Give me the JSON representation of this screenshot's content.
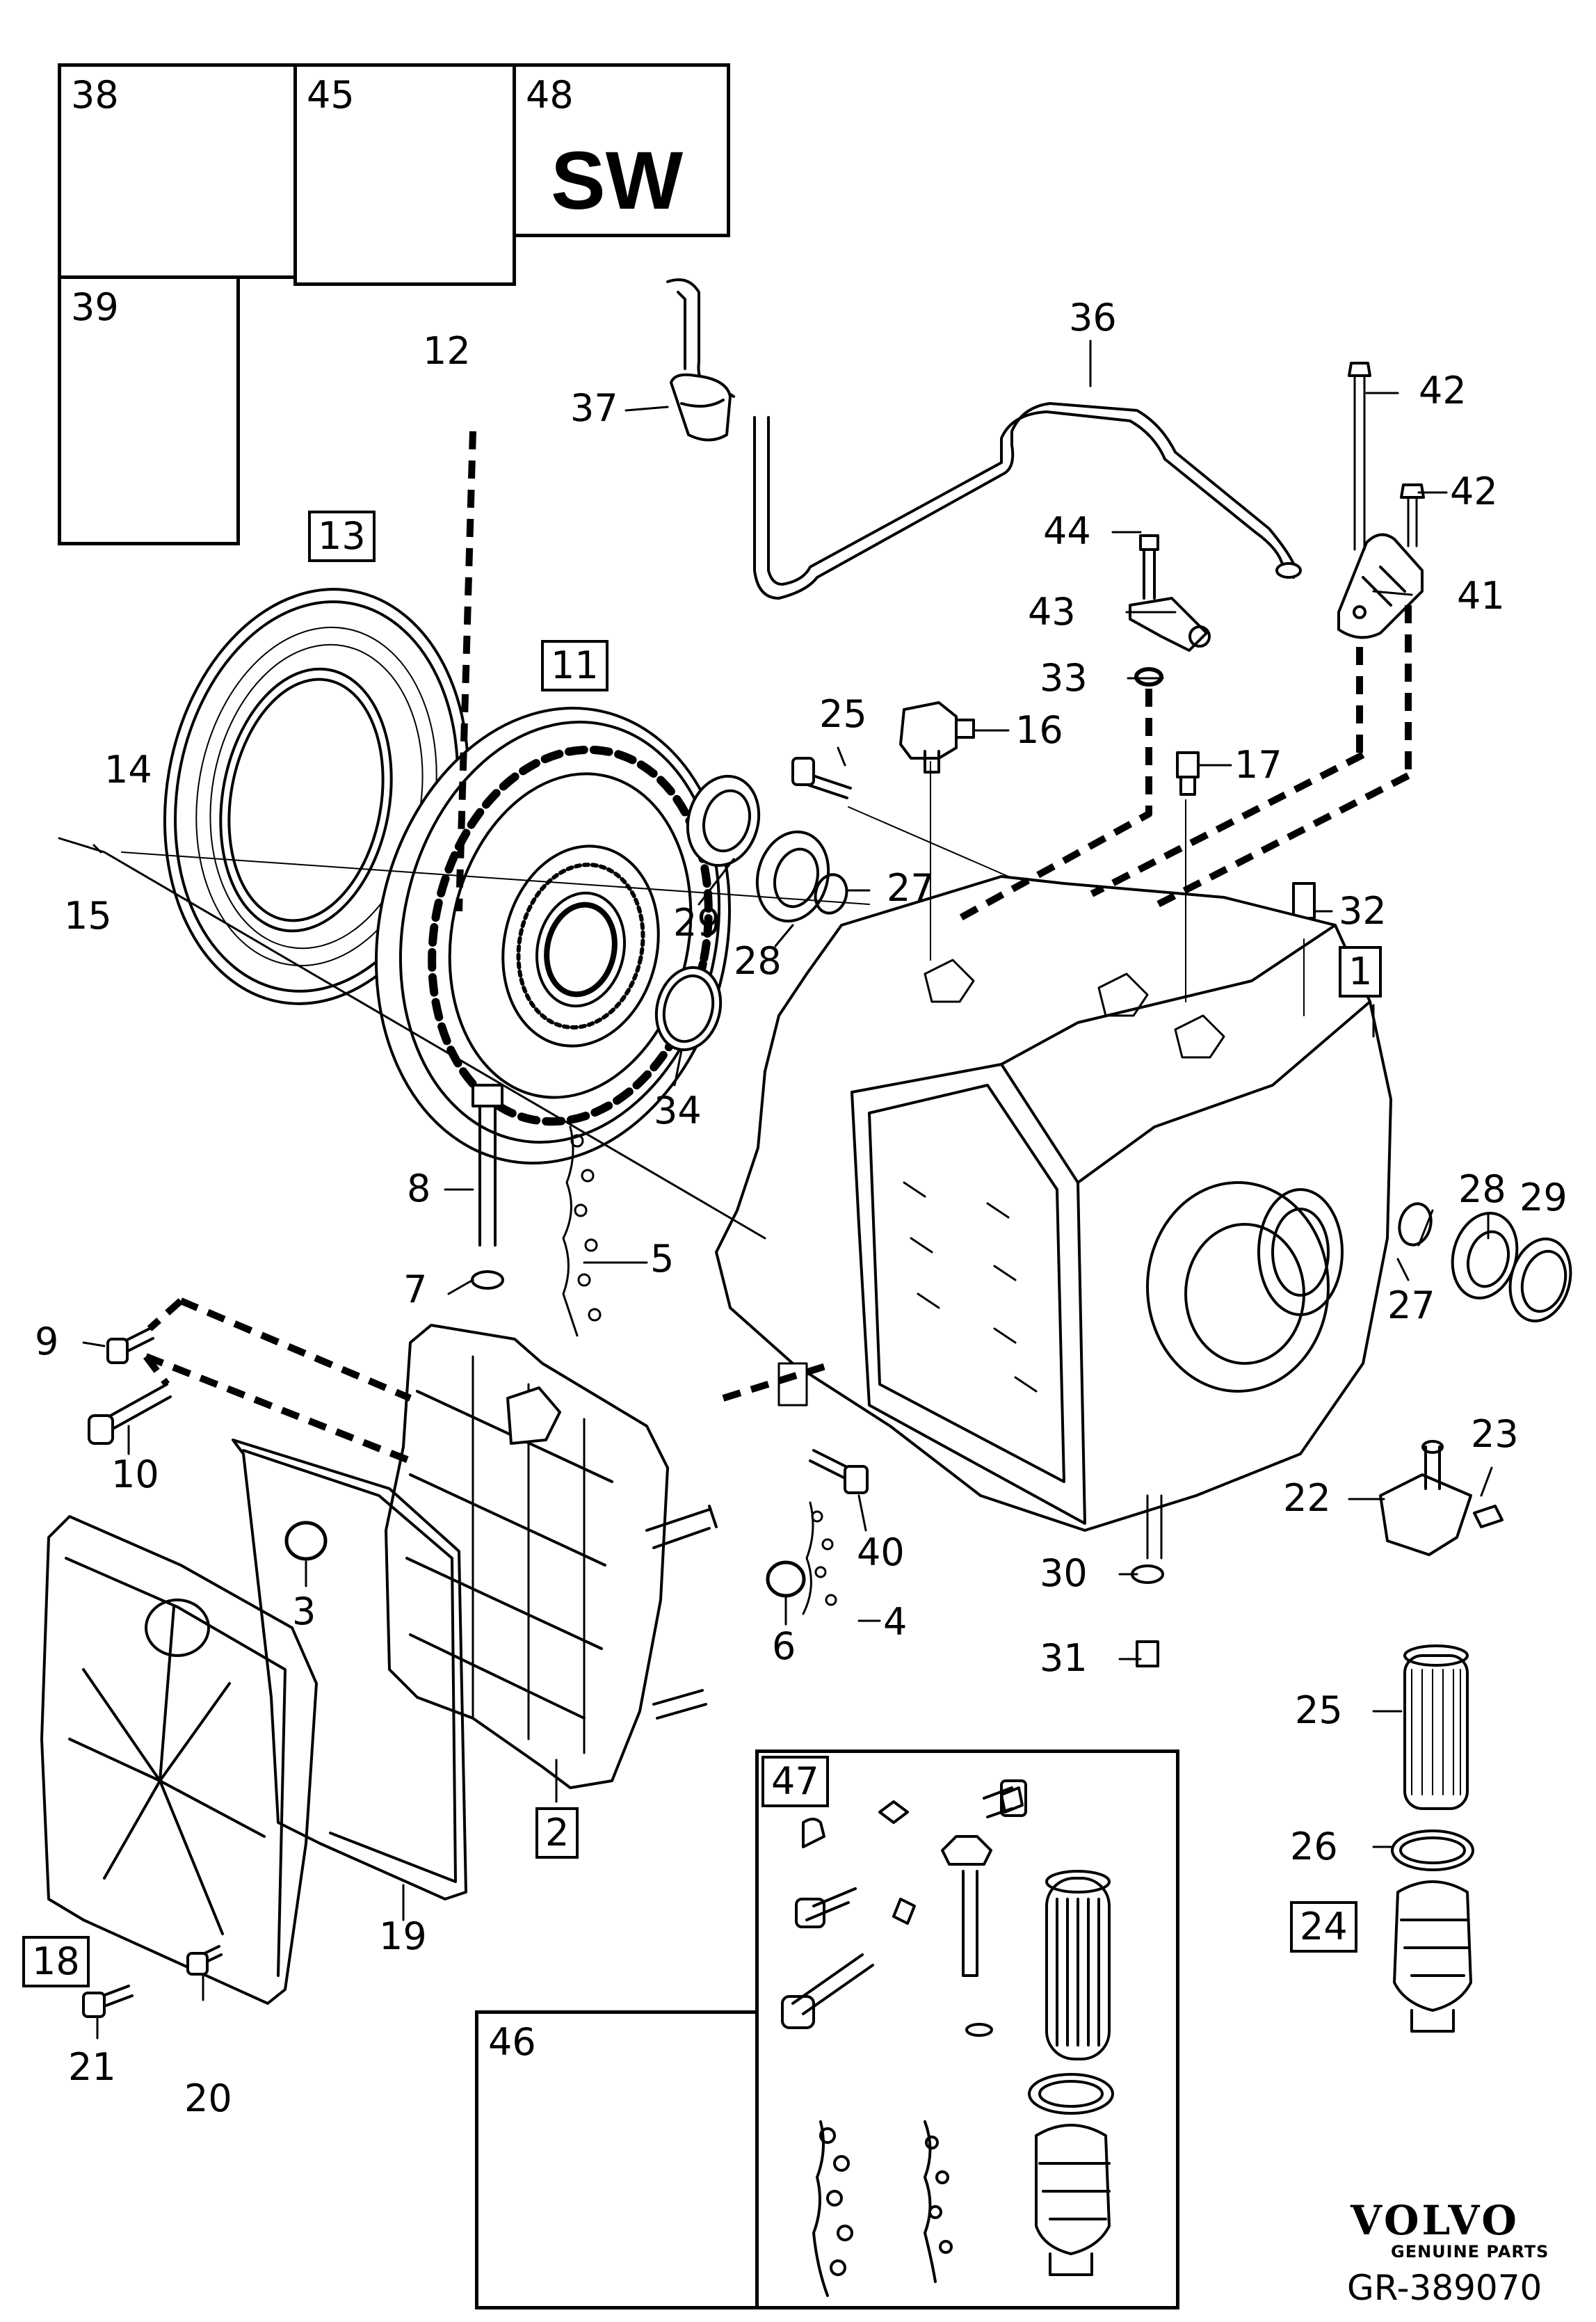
{
  "insets": {
    "tube": "38",
    "gasket": "45",
    "software": "48",
    "software_text": "SW",
    "bottle": "39",
    "harness": "46",
    "kit": "47"
  },
  "callouts": {
    "c12": "12",
    "c13": "13",
    "c11": "11",
    "c14": "14",
    "c15": "15",
    "c37": "37",
    "c36": "36",
    "c42a": "42",
    "c42b": "42",
    "c44": "44",
    "c43": "43",
    "c41": "41",
    "c33": "33",
    "c16": "16",
    "c25a": "25",
    "c17": "17",
    "c29a": "29",
    "c28a": "28",
    "c27a": "27",
    "c32": "32",
    "c1": "1",
    "c34": "34",
    "c8": "8",
    "c5": "5",
    "c7": "7",
    "c9": "9",
    "c10": "10",
    "c28b": "28",
    "c29b": "29",
    "c27b": "27",
    "c23": "23",
    "c22": "22",
    "c40": "40",
    "c3": "3",
    "c4": "4",
    "c30": "30",
    "c6": "6",
    "c31": "31",
    "c25b": "25",
    "c2": "2",
    "c26": "26",
    "c24": "24",
    "c19": "19",
    "c18": "18",
    "c21": "21",
    "c20": "20"
  },
  "brand": {
    "name": "VOLVO",
    "tagline": "GENUINE PARTS",
    "reference": "GR-389070"
  }
}
